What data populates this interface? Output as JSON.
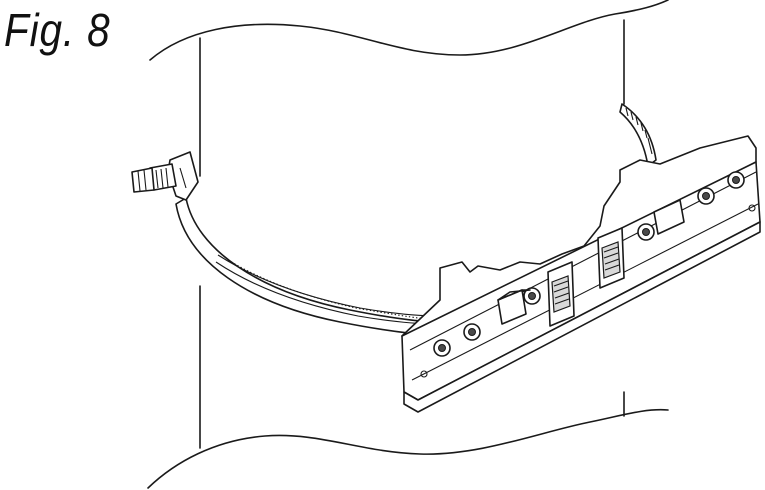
{
  "figure": {
    "label": "Fig. 8"
  },
  "parts": [
    "pole",
    "band-clamp",
    "worm-screw",
    "mounting-bracket"
  ]
}
